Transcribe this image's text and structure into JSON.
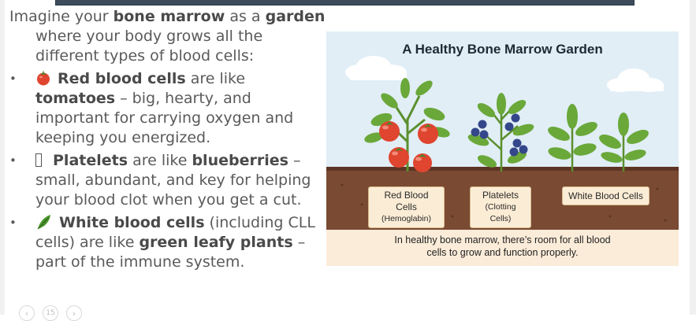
{
  "intro": {
    "pre": "Imagine your ",
    "b1": "bone marrow",
    "mid": " as a ",
    "b2": "garden",
    "rest": "where your body grows all the different types of blood cells:"
  },
  "bullets": [
    {
      "dot": "•",
      "icon": "tomato-icon",
      "bold": "Red blood cells",
      "mid": " are like ",
      "bold2": "tomatoes",
      "rest": " – big, hearty, and important for carrying oxygen and keeping you energized."
    },
    {
      "dot": "•",
      "icon": "missing-glyph-box",
      "bold": "Platelets",
      "mid": " are like ",
      "bold2": "blueberries",
      "rest": " – small, abundant, and key for helping your blood clot when you get a cut."
    },
    {
      "dot": "•",
      "icon": "leafy-green-icon",
      "bold": "White blood cells",
      "mid": " (including CLL cells) are like ",
      "bold2": "green leafy plants",
      "rest": " – part of the immune system."
    }
  ],
  "illustration": {
    "title": "A Healthy Bone Marrow Garden",
    "labels": [
      {
        "main": "Red Blood Cells",
        "sub": "(Hemoglabin)"
      },
      {
        "main": "Platelets",
        "sub": "(Clotting Cells)"
      },
      {
        "main": "White Blood Cells",
        "sub": ""
      }
    ],
    "caption_line1": "In healthy bone marrow, there’s room for all blood",
    "caption_line2": "cells to grow and function properly.",
    "colors": {
      "sky": "#e1eef6",
      "soil": "#7a4a33",
      "caption_bg": "#fbecd9",
      "leaf": "#5f9a3a",
      "tomato": "#e0452f",
      "berry": "#34478a"
    }
  },
  "nav": {
    "prev": "‹",
    "page": "15",
    "next": "›"
  }
}
